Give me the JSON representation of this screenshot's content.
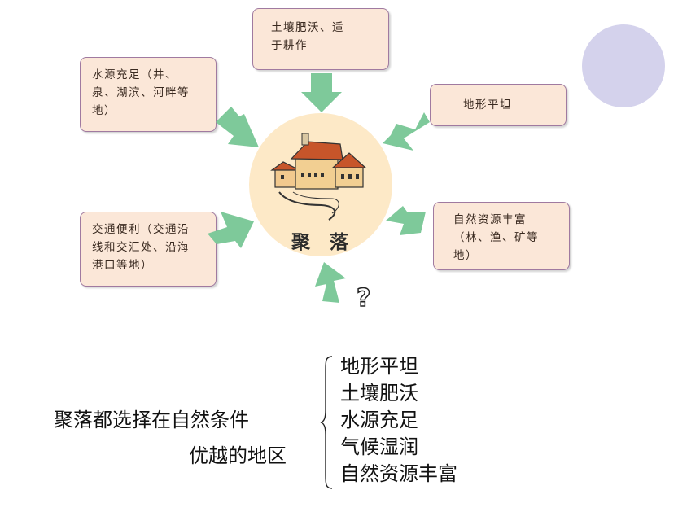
{
  "diagram": {
    "center_label": "聚 落",
    "question_mark": "?",
    "conditions": [
      {
        "id": "water",
        "lines": [
          "水源充足（井、",
          "泉、湖滨、河畔等",
          "地）"
        ]
      },
      {
        "id": "soil",
        "lines": [
          "土壤肥沃、适",
          "于耕作"
        ]
      },
      {
        "id": "flat",
        "lines": [
          "地形平坦"
        ]
      },
      {
        "id": "transport",
        "lines": [
          "交通便利（交通沿",
          "线和交汇处、沿海",
          "港口等地）"
        ]
      },
      {
        "id": "resources",
        "lines": [
          "自然资源丰富",
          "（林、渔、矿等",
          "地）"
        ]
      }
    ]
  },
  "summary": {
    "statement_line1": "聚落都选择在自然条件",
    "statement_line2": "优越的地区",
    "items": [
      "地形平坦",
      "土壤肥沃",
      "水源充足",
      "气候湿润",
      "自然资源丰富"
    ]
  },
  "colors": {
    "box_fill": "#fbe7d8",
    "box_border": "#a07aa0",
    "arrow": "#7ec99a",
    "center_circle": "#fde9c7",
    "deco_circle": "#d4d2ec"
  }
}
